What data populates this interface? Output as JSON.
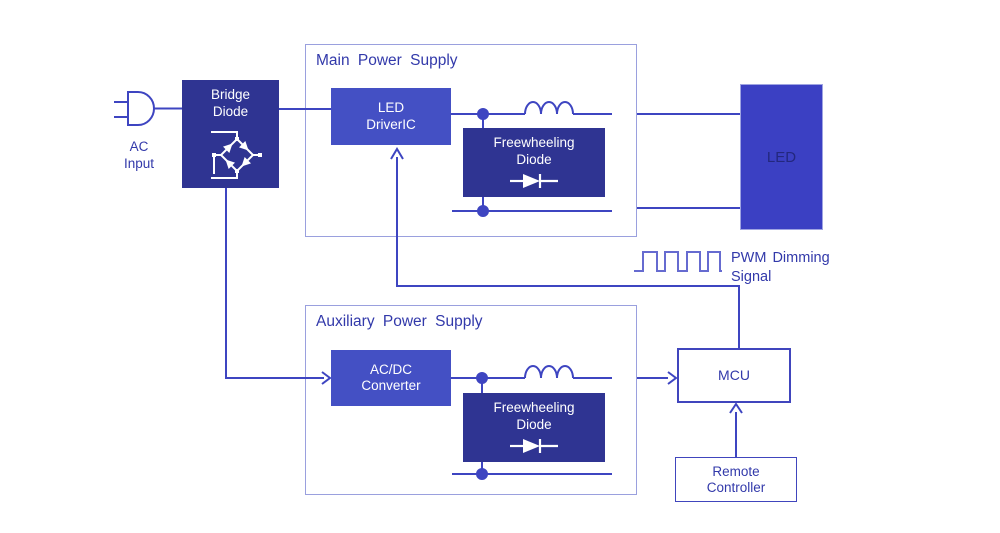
{
  "colors": {
    "dark_block": "#2f3492",
    "medium_block": "#4450c4",
    "led_block": "#3b40c3",
    "wire": "#3e45c1",
    "outline_border": "#9aa0de",
    "io_border": "#4045bd",
    "text_blue": "#3239aa",
    "led_text": "#23277e",
    "pwm_wave": "#666bd0"
  },
  "ac_input": {
    "label": "AC\nInput"
  },
  "bridge_diode": {
    "label": "Bridge\nDiode"
  },
  "main_supply": {
    "title": "Main Power Supply",
    "led_driver_label": "LED\nDriverIC",
    "freewheeling_label": "Freewheeling\nDiode"
  },
  "led": {
    "label": "LED"
  },
  "pwm": {
    "label": "PWM Dimming\nSignal"
  },
  "aux_supply": {
    "title": "Auxiliary Power Supply",
    "acdc_label": "AC/DC\nConverter",
    "freewheeling_label": "Freewheeling\nDiode"
  },
  "mcu": {
    "label": "MCU"
  },
  "remote": {
    "label": "Remote\nController"
  }
}
